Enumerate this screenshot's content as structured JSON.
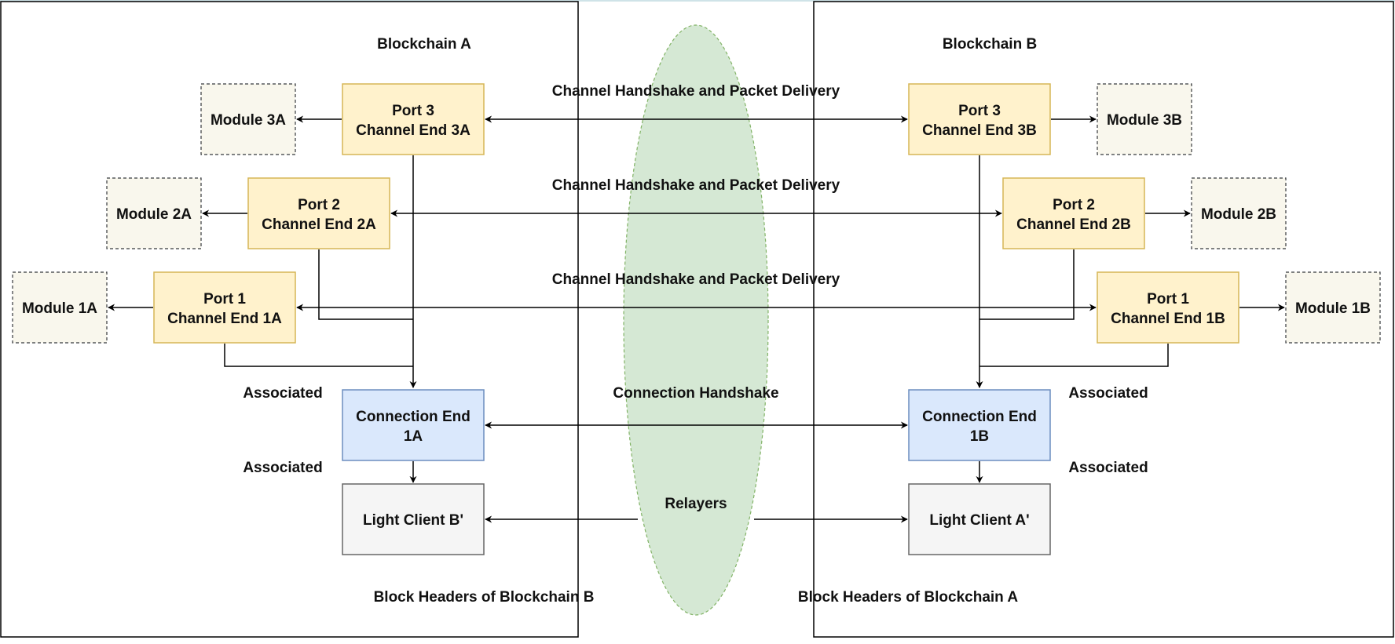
{
  "chains": {
    "a": {
      "title": "Blockchain A",
      "headers": "Block Headers of Blockchain B"
    },
    "b": {
      "title": "Blockchain B",
      "headers": "Block Headers of Blockchain A"
    }
  },
  "ports": {
    "a3": [
      "Port 3",
      "Channel End 3A"
    ],
    "a2": [
      "Port 2",
      "Channel End 2A"
    ],
    "a1": [
      "Port 1",
      "Channel End 1A"
    ],
    "b3": [
      "Port 3",
      "Channel End 3B"
    ],
    "b2": [
      "Port 2",
      "Channel End 2B"
    ],
    "b1": [
      "Port 1",
      "Channel End 1B"
    ]
  },
  "modules": {
    "a3": "Module 3A",
    "a2": "Module 2A",
    "a1": "Module 1A",
    "b3": "Module 3B",
    "b2": "Module 2B",
    "b1": "Module 1B"
  },
  "connections": {
    "a": [
      "Connection End",
      "1A"
    ],
    "b": [
      "Connection End",
      "1B"
    ]
  },
  "light_clients": {
    "a": "Light Client B'",
    "b": "Light Client A'"
  },
  "labels": {
    "channel_3": "Channel Handshake and Packet Delivery",
    "channel_2": "Channel Handshake and Packet Delivery",
    "channel_1": "Channel Handshake and Packet Delivery",
    "connection": "Connection Handshake",
    "relayers": "Relayers",
    "associated_a_conn": "Associated",
    "associated_a_client": "Associated",
    "associated_b_conn": "Associated",
    "associated_b_client": "Associated"
  },
  "colors": {
    "port_fill": "#fff2cc",
    "port_stroke": "#d6b656",
    "module_fill": "#f9f7ed",
    "module_stroke": "#36393d",
    "connection_fill": "#dae8fc",
    "connection_stroke": "#6c8ebf",
    "client_fill": "#f5f5f5",
    "client_stroke": "#666666",
    "relayer_fill": "#d5e8d4",
    "relayer_stroke": "#82b366"
  }
}
